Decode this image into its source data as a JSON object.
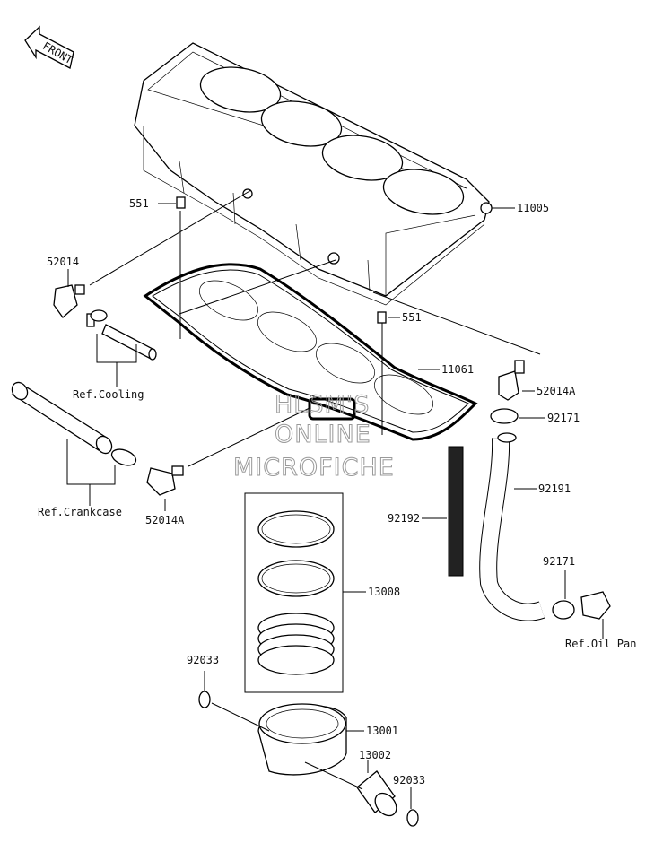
{
  "front_arrow": "FRONT",
  "watermark": [
    "HLSM'S",
    "ONLINE",
    "MICROFICHE"
  ],
  "labels": {
    "p11005": "11005",
    "p551a": "551",
    "p551b": "551",
    "p52014": "52014",
    "p11061": "11061",
    "p52014A_right": "52014A",
    "p92171_top": "92171",
    "ref_cooling": "Ref.Cooling",
    "p92191": "92191",
    "ref_crankcase": "Ref.Crankcase",
    "p52014A_left": "52014A",
    "p92192": "92192",
    "p13008": "13008",
    "p92171_bottom": "92171",
    "ref_oilpan": "Ref.Oil Pan",
    "p92033_top": "92033",
    "p13001": "13001",
    "p13002": "13002",
    "p92033_bottom": "92033"
  }
}
